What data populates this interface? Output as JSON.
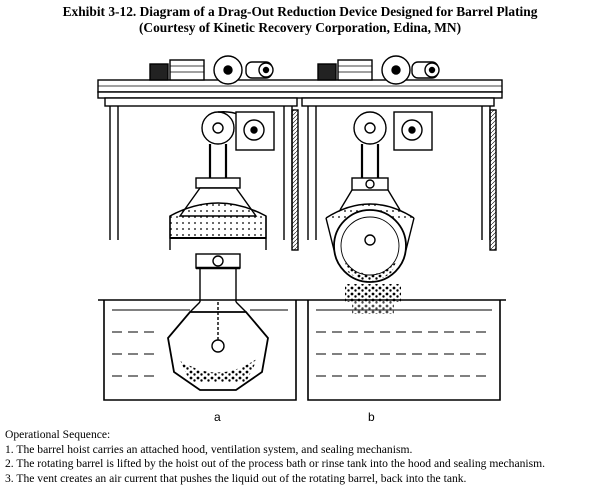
{
  "exhibit": {
    "title_line1": "Exhibit 3-12. Diagram of a Drag-Out Reduction Device  Designed for Barrel Plating",
    "title_line2": "(Courtesy of Kinetic Recovery Corporation, Edina, MN)"
  },
  "diagram": {
    "panel_labels": [
      "a",
      "b"
    ]
  },
  "operational_sequence": {
    "heading": "Operational Sequence:",
    "steps": [
      "1.  The barrel hoist carries an attached hood, ventilation system, and sealing mechanism.",
      "2.  The rotating barrel is lifted by the hoist out of the process bath or rinse tank into the hood and sealing mechanism.",
      "3.  The vent creates an air current that pushes the liquid out of the rotating barrel, back into the tank."
    ]
  }
}
